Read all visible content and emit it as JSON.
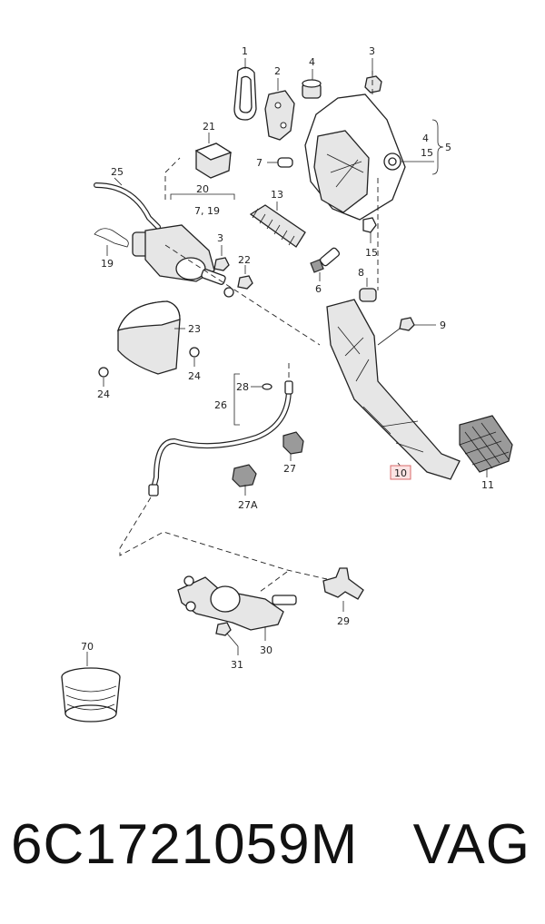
{
  "callouts": {
    "c1": "1",
    "c2": "2",
    "c3a": "3",
    "c3b": "3",
    "c4a": "4",
    "c4b": "4",
    "c5": "5",
    "c6": "6",
    "c7": "7",
    "c8": "8",
    "c9": "9",
    "c10": "10",
    "c11": "11",
    "c13": "13",
    "c15a": "15",
    "c15b": "15",
    "c19": "19",
    "c20": "20",
    "c20sub": "7, 19",
    "c21": "21",
    "c22": "22",
    "c23": "23",
    "c24a": "24",
    "c24b": "24",
    "c25": "25",
    "c26": "26",
    "c27": "27",
    "c27a": "27A",
    "c28": "28",
    "c29": "29",
    "c30": "30",
    "c31": "31",
    "c70": "70"
  },
  "highlighted_callout": "10",
  "colors": {
    "highlight_fill": "#fbe3e3",
    "highlight_stroke": "#d96b6b",
    "line": "#222222"
  },
  "footer": {
    "part_number": "6C1721059M",
    "brand": "VAG"
  }
}
